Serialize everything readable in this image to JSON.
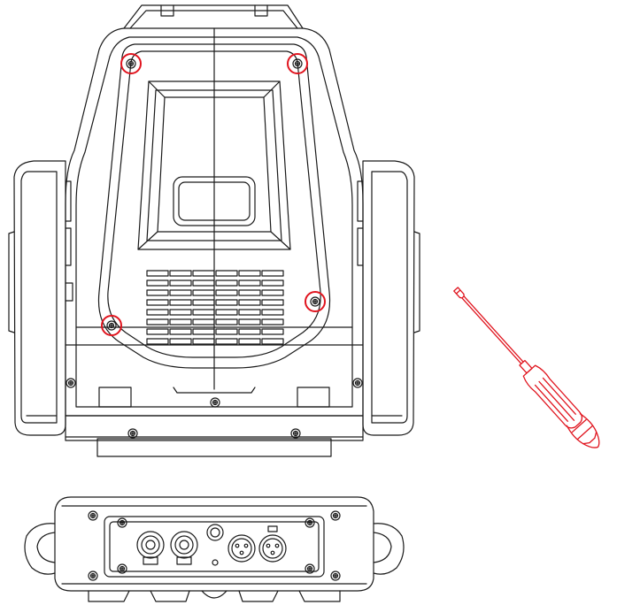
{
  "figure": {
    "subject": "moving-head-fixture-rear-view",
    "tool": "flat-screwdriver",
    "highlighted_screws": 4,
    "colors": {
      "line": "#1a1a1a",
      "highlight": "#e0141e",
      "tool": "#e0141e",
      "background": "#ffffff"
    }
  }
}
